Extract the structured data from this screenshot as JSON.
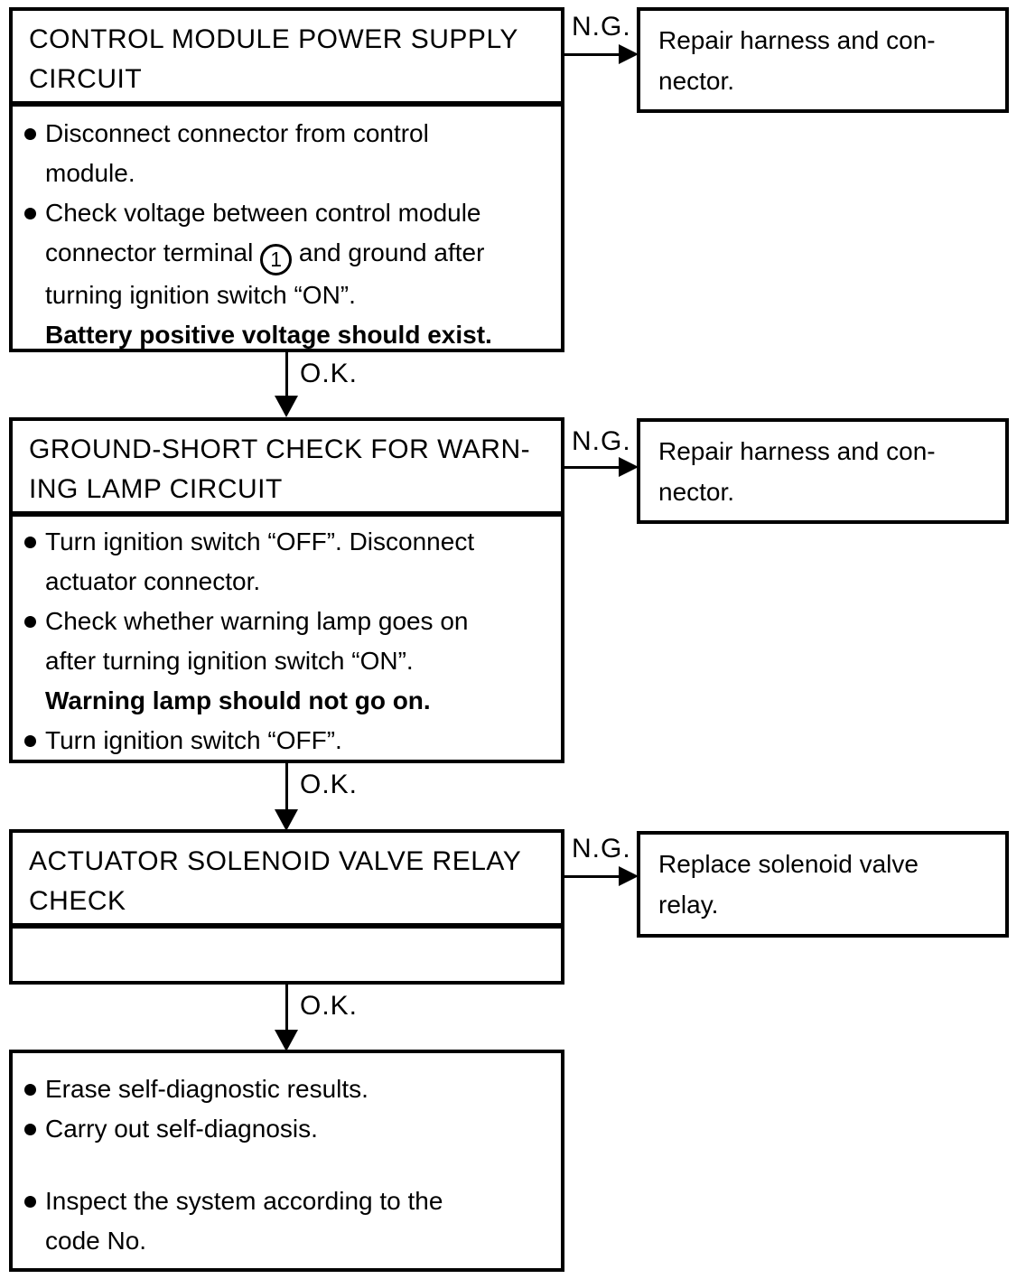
{
  "labels": {
    "ok": "O.K.",
    "ng": "N.G."
  },
  "flow": {
    "step1": {
      "title": "CONTROL MODULE POWER SUPPLY\nCIRCUIT",
      "bullet1": "Disconnect connector from control\nmodule.",
      "bullet2_pre": "Check voltage between control module\nconnector terminal",
      "terminal_number": "1",
      "bullet2_post": "and ground after\nturning ignition switch “ON”.",
      "bullet2_bold": "Battery positive voltage should exist.",
      "ng_action": "Repair harness and con-\nnector."
    },
    "step2": {
      "title": "GROUND-SHORT CHECK FOR WARN-\nING LAMP CIRCUIT",
      "bullet1": "Turn ignition switch “OFF”. Disconnect\nactuator connector.",
      "bullet2": "Check whether warning lamp goes on\nafter turning ignition switch “ON”.",
      "bullet2_bold": "Warning lamp should not go on.",
      "bullet3": "Turn ignition switch “OFF”.",
      "ng_action": "Repair harness and con-\nnector."
    },
    "step3": {
      "title": "ACTUATOR SOLENOID VALVE RELAY\nCHECK",
      "ng_action": "Replace solenoid valve\nrelay."
    },
    "step4": {
      "bullet1": "Erase self-diagnostic results.",
      "bullet2": "Carry out self-diagnosis.",
      "bullet3": "Inspect the system according to the\ncode No."
    }
  }
}
